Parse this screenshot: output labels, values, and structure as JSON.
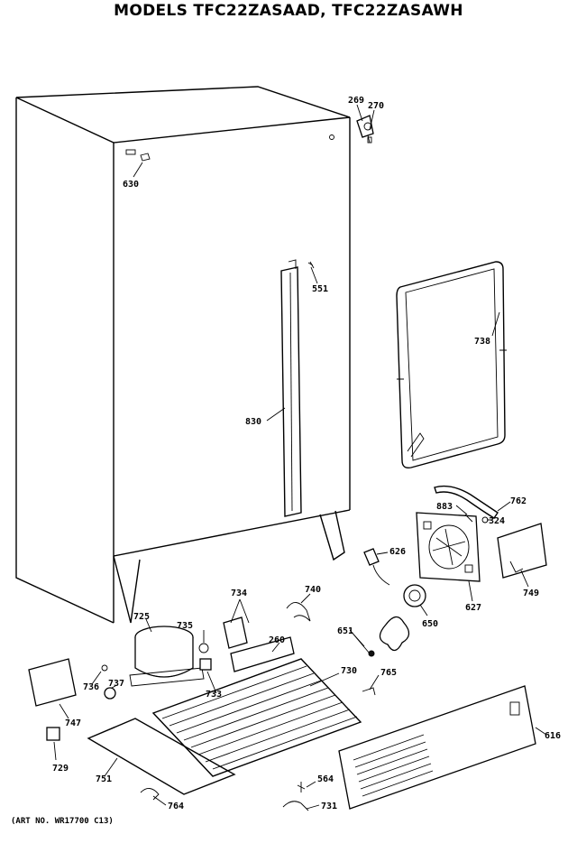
{
  "title": "MODELS TFC22ZASAAD, TFC22ZASAWH",
  "art_number": "(ART NO. WR17700 C13)",
  "callouts": {
    "p269": "269",
    "p270": "270",
    "p630": "630",
    "p551": "551",
    "p738": "738",
    "p830": "830",
    "p762": "762",
    "p883": "883",
    "p324": "324",
    "p626": "626",
    "p749": "749",
    "p627": "627",
    "p740": "740",
    "p725": "725",
    "p735": "735",
    "p734": "734",
    "p260": "260",
    "p651": "651",
    "p650": "650",
    "p730": "730",
    "p765": "765",
    "p736": "736",
    "p737": "737",
    "p733": "733",
    "p747": "747",
    "p616": "616",
    "p729": "729",
    "p751": "751",
    "p564": "564",
    "p764": "764",
    "p731": "731"
  }
}
